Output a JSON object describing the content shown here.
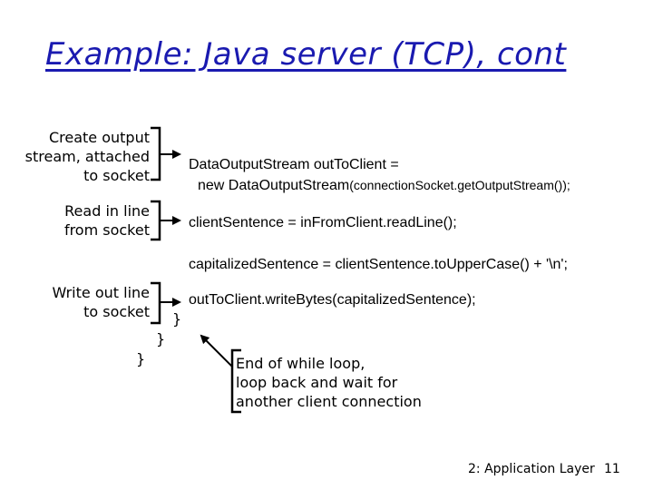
{
  "slide": {
    "title": "Example: Java server (TCP), cont",
    "annotations": {
      "create_output": [
        "Create output",
        "stream, attached",
        "to socket"
      ],
      "read_line": [
        "Read in line",
        "from socket"
      ],
      "write_line": [
        "Write out line",
        "to socket"
      ],
      "end_loop": [
        "End of while loop,",
        "loop back and wait for",
        "another client connection"
      ]
    },
    "code": {
      "line1": "DataOutputStream  outToClient =",
      "line2_a": "new DataOutputStream",
      "line2_b": "(connectionSocket.getOutputStream());",
      "line3": "clientSentence = inFromClient.readLine();",
      "line4": "capitalizedSentence = clientSentence.toUpperCase() + '\\n';",
      "line5": "outToClient.writeBytes(capitalizedSentence);",
      "brace_inner": "}",
      "brace_middle": "}",
      "brace_outer": "}"
    },
    "footer": {
      "section": "2: Application Layer",
      "page": "11"
    }
  }
}
